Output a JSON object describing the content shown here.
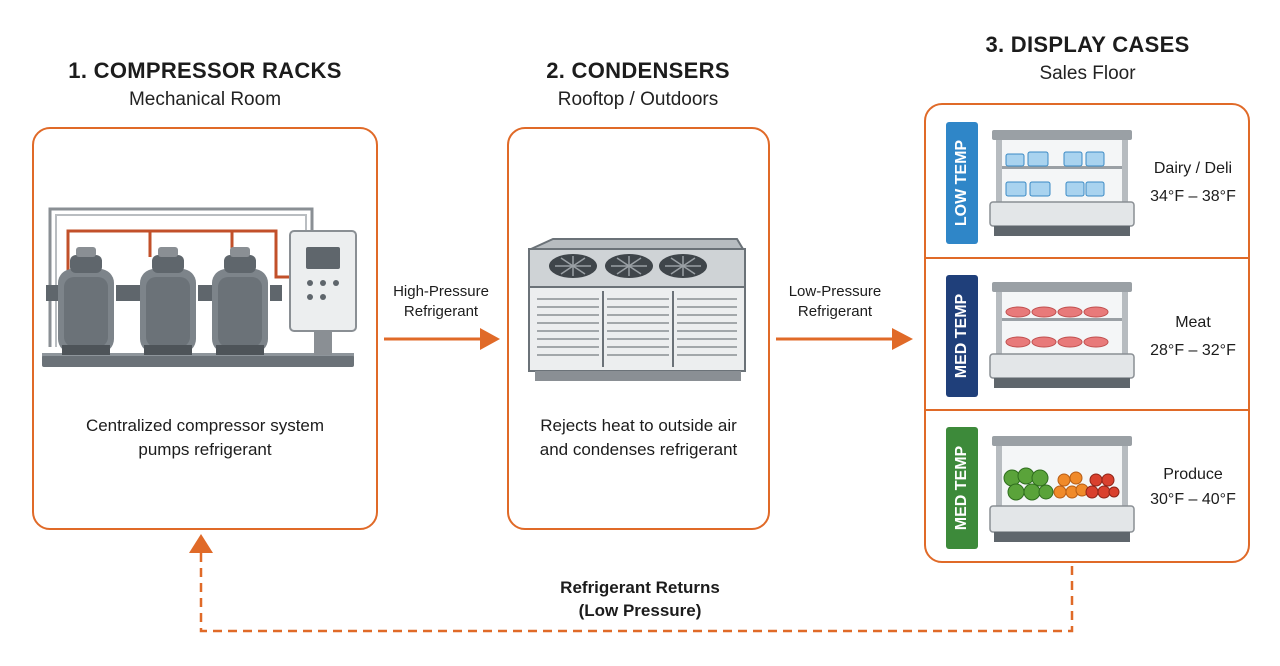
{
  "stages": [
    {
      "title": "1. COMPRESSOR RACKS",
      "subtitle": "Mechanical Room",
      "caption_line1": "Centralized compressor system",
      "caption_line2": "pumps refrigerant"
    },
    {
      "title": "2. CONDENSERS",
      "subtitle": "Rooftop / Outdoors",
      "caption_line1": "Rejects heat to outside air",
      "caption_line2": "and condenses refrigerant"
    },
    {
      "title": "3. DISPLAY CASES",
      "subtitle": "Sales Floor"
    }
  ],
  "arrows": {
    "high_pressure_line1": "High-Pressure",
    "high_pressure_line2": "Refrigerant",
    "low_pressure_line1": "Low-Pressure",
    "low_pressure_line2": "Refrigerant",
    "return_line1": "Refrigerant Returns",
    "return_line2": "(Low Pressure)"
  },
  "display_cases": [
    {
      "tag": "LOW TEMP",
      "name": "Dairy / Deli",
      "temp": "34°F – 38°F",
      "tag_color": "#2f86c8"
    },
    {
      "tag": "MED TEMP",
      "name": "Meat",
      "temp": "28°F – 32°F",
      "tag_color": "#1f3f7a"
    },
    {
      "tag": "MED TEMP",
      "name": "Produce",
      "temp": "30°F – 40°F",
      "tag_color": "#3d8a3a"
    }
  ],
  "colors": {
    "accent": "#e06a28",
    "pipe": "#c2502a",
    "equipment": "#6b7278"
  }
}
